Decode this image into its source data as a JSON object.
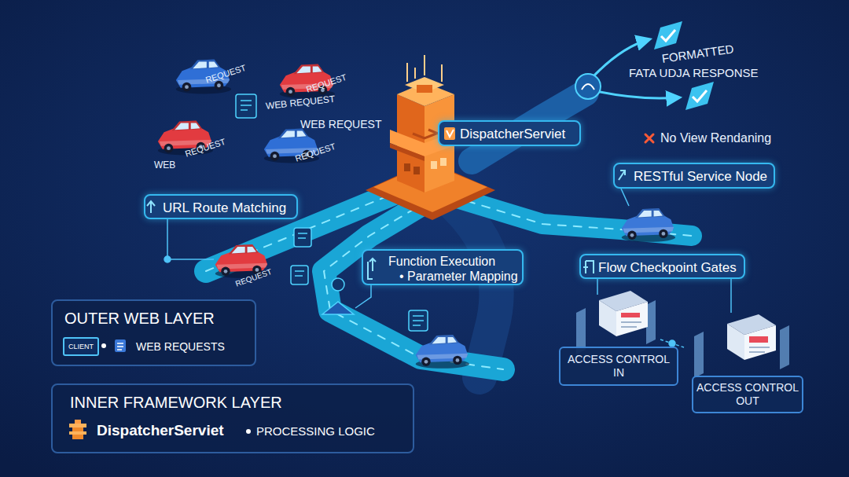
{
  "diagram": {
    "nodes": [
      {
        "text": [
          "DispatcherServiet"
        ]
      },
      {
        "text": [
          "RESTful Service Node"
        ]
      },
      {
        "text": [
          "URL Route Matching"
        ]
      },
      {
        "text": [
          "Function Execution",
          "• Parameter Mapping"
        ]
      },
      {
        "text": [
          "Flow Checkpoint Gates"
        ]
      },
      {
        "text": [
          "OUTER WEB LAYER",
          "WEB REQUESTS"
        ]
      },
      {
        "text": [
          "CLIENT"
        ],
        "in": 5
      },
      {
        "text": [
          "ACCESS CONTROL IN"
        ]
      },
      {
        "text": [
          "ACCESS CONTROL OUT"
        ]
      },
      {
        "text": [
          "INNER FRAMEWORK LAYER",
          "DispatcherServiet",
          "PROCESSING LOGIC"
        ]
      }
    ],
    "labels": [
      "REQUEST",
      "REQUEST",
      "WEB REQUEST",
      "WEB REQUEST",
      "WEB",
      "REQUEST",
      "REQUEST",
      "REQUEST",
      "FORMATTED",
      "FATA UDJA RESPONSE",
      "No View Rendaning"
    ]
  }
}
